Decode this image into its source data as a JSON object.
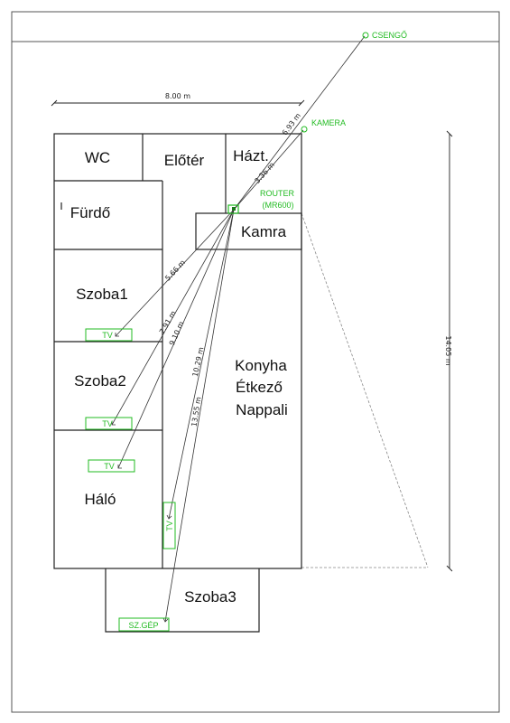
{
  "colors": {
    "wall": "#222222",
    "device": "#22bb22",
    "connection": "#333333",
    "projection": "#888888"
  },
  "rooms": {
    "wc": "WC",
    "eloter": "Előtér",
    "hazt": "Házt.",
    "furdo": "Fürdő",
    "kamra": "Kamra",
    "szoba1": "Szoba1",
    "szoba2": "Szoba2",
    "konyha_line1": "Konyha",
    "konyha_line2": "Étkező",
    "konyha_line3": "Nappali",
    "halo": "Háló",
    "szoba3": "Szoba3"
  },
  "devices": {
    "csengo": "CSENGŐ",
    "kamera": "KAMERA",
    "router_line1": "ROUTER",
    "router_line2": "(MR600)",
    "tv": "TV",
    "szgep": "SZ.GÉP"
  },
  "dimensions": {
    "width": "8.00 m",
    "height": "14.05 m",
    "to_csengo": "6.93 m",
    "to_kamera": "3.36 m",
    "to_tv_szoba1": "5.66 m",
    "to_tv_szoba2": "7.91 m",
    "to_tv_halo": "9.10 m",
    "to_tv_nappali": "10.29 m",
    "to_szgep": "13.55 m"
  }
}
